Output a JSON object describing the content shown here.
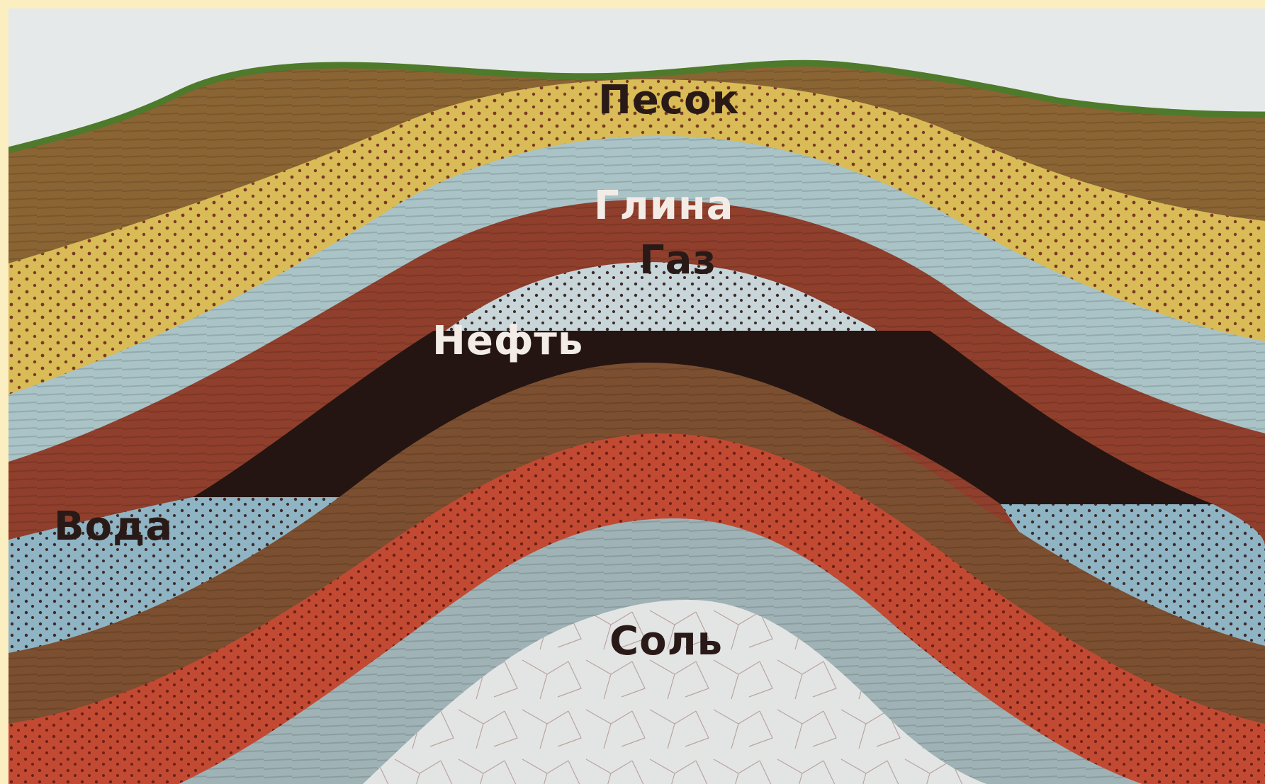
{
  "labels": {
    "sand": "Песок",
    "clay": "Глина",
    "gas": "Газ",
    "oil": "Нефть",
    "water": "Вода",
    "salt": "Соль"
  },
  "colors": {
    "frame": "#fbeec0",
    "sky": "#e6e9ea",
    "grass": "#4e7a2c",
    "topsoil": "#8a6433",
    "sand": "#d9bc57",
    "water_band": "#a9c3c6",
    "clay": "#8f3f2c",
    "gas": "#c9d6d9",
    "oil": "#241512",
    "water": "#8fb4c4",
    "deep_brown": "#7b4f30",
    "red_sand": "#c24a33",
    "grey_band": "#9fb3b6",
    "salt": "#e3e5e4"
  }
}
